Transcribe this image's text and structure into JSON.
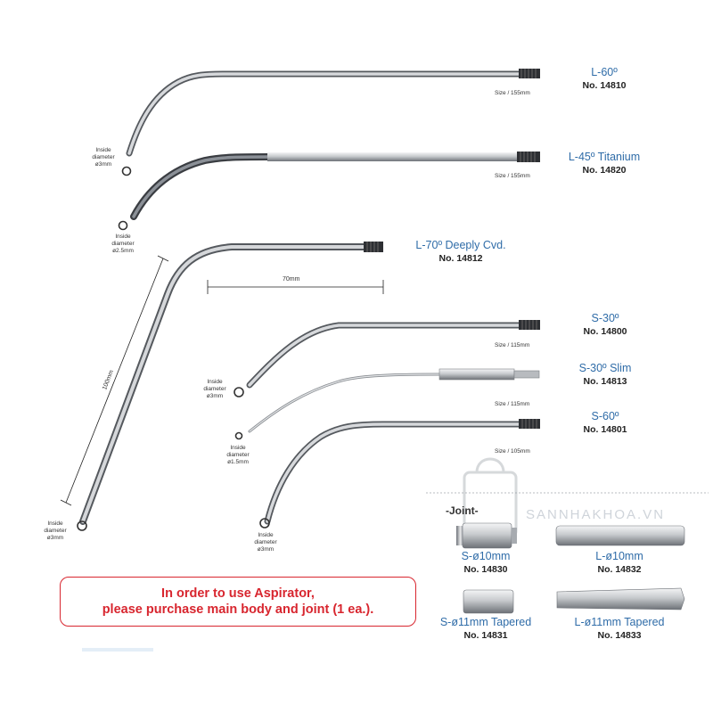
{
  "products": [
    {
      "name": "L-60º",
      "number": "No. 14810",
      "size": "Size / 155mm",
      "inside_diameter": [
        "Inside",
        "diameter",
        "ø3mm"
      ]
    },
    {
      "name": "L-45º Titanium",
      "number": "No. 14820",
      "size": "Size / 155mm",
      "inside_diameter": [
        "Inside",
        "diameter",
        "ø2.5mm"
      ]
    },
    {
      "name": "L-70º Deeply Cvd.",
      "number": "No. 14812",
      "inside_diameter": [
        "Inside",
        "diameter",
        "ø3mm"
      ],
      "dimensions": [
        "70mm",
        "100mm"
      ]
    },
    {
      "name": "S-30º",
      "number": "No. 14800",
      "size": "Size / 115mm",
      "inside_diameter": [
        "Inside",
        "diameter",
        "ø3mm"
      ]
    },
    {
      "name": "S-30º Slim",
      "number": "No. 14813",
      "size": "Size / 115mm",
      "inside_diameter": [
        "Inside",
        "diameter",
        "ø1.5mm"
      ]
    },
    {
      "name": "S-60º",
      "number": "No. 14801",
      "size": "Size / 105mm",
      "inside_diameter": [
        "Inside",
        "diameter",
        "ø3mm"
      ]
    }
  ],
  "joint": {
    "title": "-Joint-",
    "items": [
      {
        "name": "S-ø10mm",
        "number": "No. 14830"
      },
      {
        "name": "L-ø10mm",
        "number": "No. 14832"
      },
      {
        "name": "S-ø11mm Tapered",
        "number": "No. 14831"
      },
      {
        "name": "L-ø11mm Tapered",
        "number": "No. 14833"
      }
    ]
  },
  "notice": {
    "line1": "In order to use Aspirator,",
    "line2": "please purchase main body and joint (1 ea.)."
  },
  "watermark": "SANNHAKHOA.VN",
  "colors": {
    "label_blue": "#2f6ca8",
    "notice_red": "#d8262f",
    "steel": "#c9ccd0"
  }
}
